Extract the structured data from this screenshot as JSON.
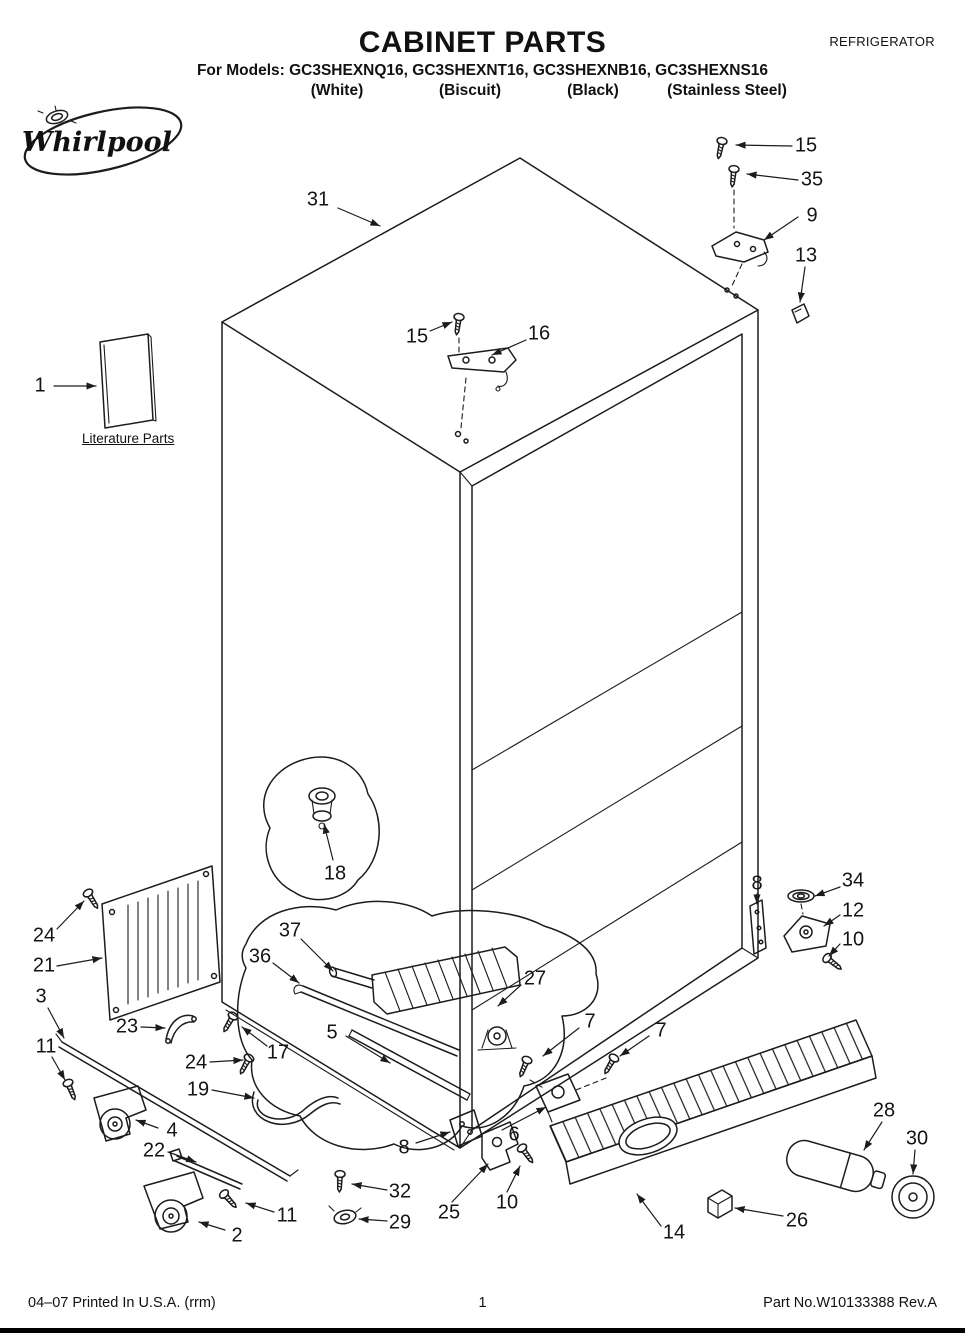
{
  "header": {
    "brand": "Whirlpool",
    "title": "CABINET PARTS",
    "doc_type": "REFRIGERATOR",
    "models_line": "For Models: GC3SHEXNQ16, GC3SHEXNT16, GC3SHEXNB16, GC3SHEXNS16",
    "color_labels": [
      "(White)",
      "(Biscuit)",
      "(Black)",
      "(Stainless Steel)"
    ]
  },
  "diagram": {
    "literature_label": "Literature Parts",
    "callouts": [
      {
        "label": "1"
      },
      {
        "label": "31"
      },
      {
        "label": "15"
      },
      {
        "label": "35"
      },
      {
        "label": "9"
      },
      {
        "label": "13"
      },
      {
        "label": "15"
      },
      {
        "label": "16"
      },
      {
        "label": "18"
      },
      {
        "label": "8"
      },
      {
        "label": "34"
      },
      {
        "label": "12"
      },
      {
        "label": "10"
      },
      {
        "label": "24"
      },
      {
        "label": "21"
      },
      {
        "label": "3"
      },
      {
        "label": "11"
      },
      {
        "label": "23"
      },
      {
        "label": "24"
      },
      {
        "label": "17"
      },
      {
        "label": "19"
      },
      {
        "label": "4"
      },
      {
        "label": "22"
      },
      {
        "label": "2"
      },
      {
        "label": "11"
      },
      {
        "label": "32"
      },
      {
        "label": "29"
      },
      {
        "label": "25"
      },
      {
        "label": "10"
      },
      {
        "label": "5"
      },
      {
        "label": "37"
      },
      {
        "label": "36"
      },
      {
        "label": "27"
      },
      {
        "label": "7"
      },
      {
        "label": "7"
      },
      {
        "label": "6"
      },
      {
        "label": "8"
      },
      {
        "label": "14"
      },
      {
        "label": "26"
      },
      {
        "label": "28"
      },
      {
        "label": "30"
      }
    ]
  },
  "footer": {
    "left_text": "04–07 Printed In U.S.A. (rrm)",
    "page_number": "1",
    "right_text": "Part No.W10133388 Rev.A"
  }
}
